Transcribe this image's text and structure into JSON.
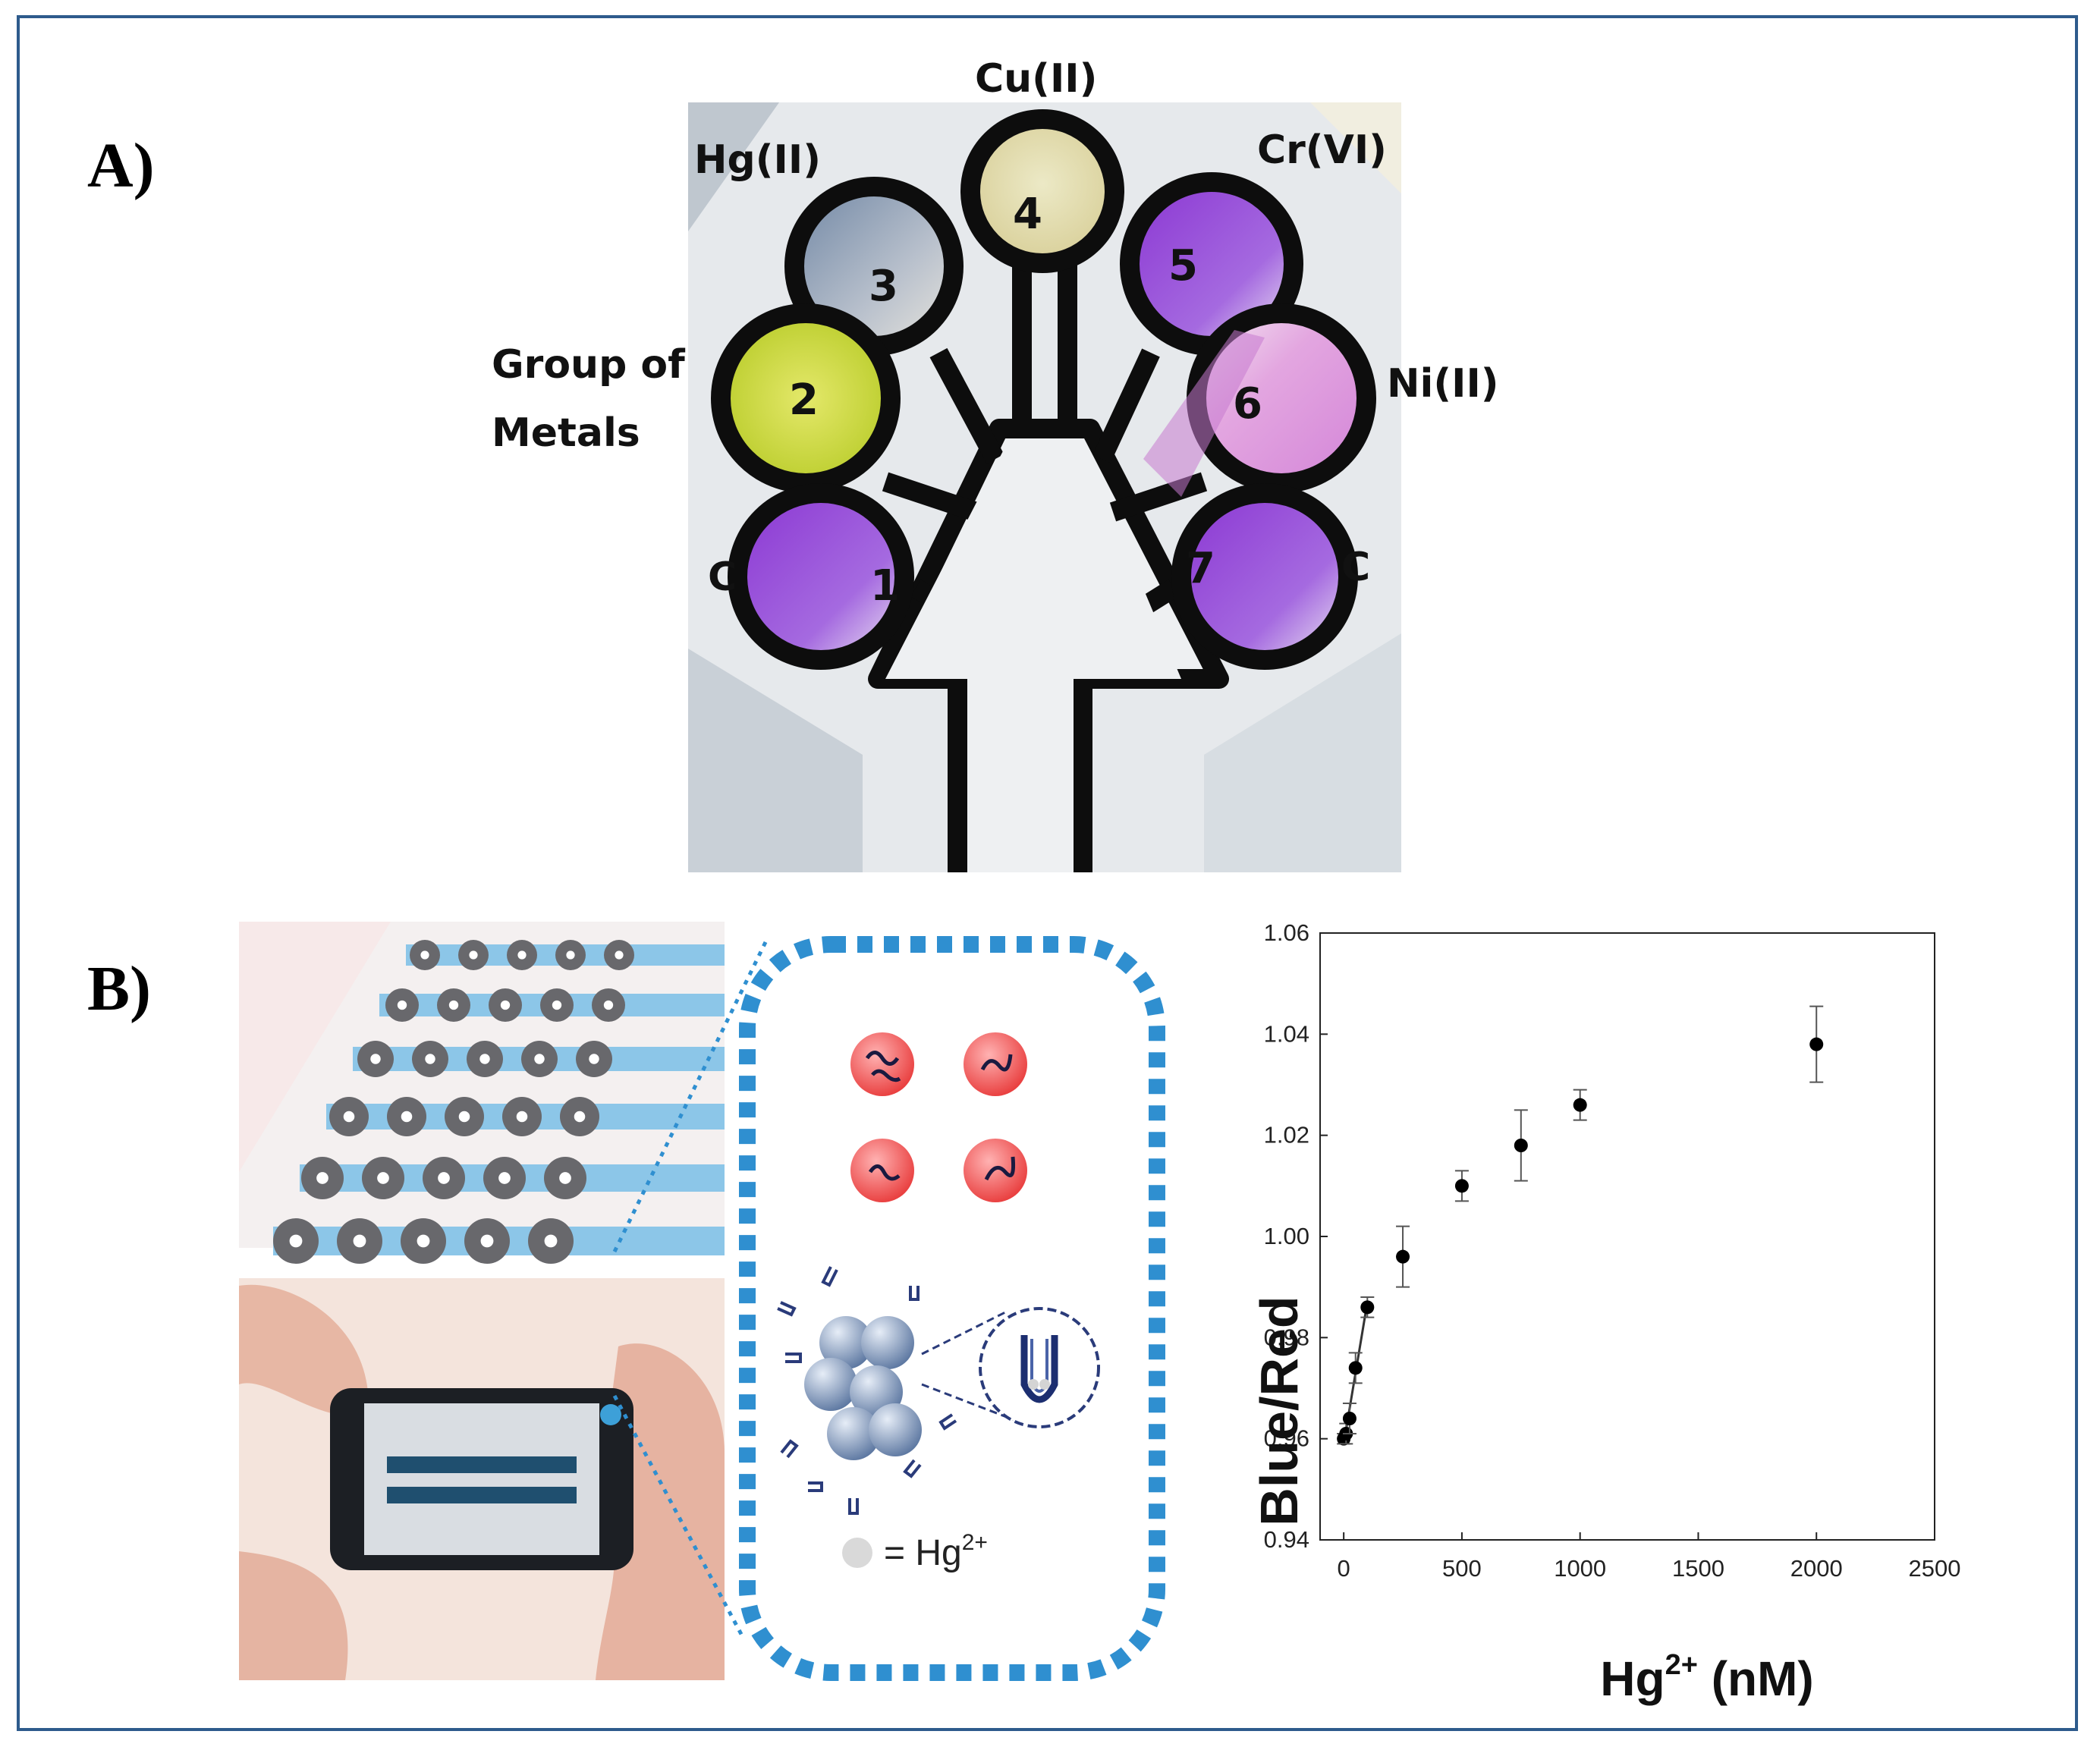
{
  "panels": {
    "a_label": "A)",
    "b_label": "B)"
  },
  "metals": {
    "cu": "Cu(II)",
    "hg": "Hg(II)",
    "cr": "Cr(VI)",
    "ni": "Ni(II)",
    "group_line1": "Group of",
    "group_line2": "Metals",
    "c_left": "C",
    "c_right": "C"
  },
  "spots": [
    "1",
    "2",
    "3",
    "4",
    "5",
    "6",
    "7"
  ],
  "legend": {
    "eq": "= Hg",
    "sup": "2+"
  },
  "colors": {
    "frame": "#2e5b8c",
    "dash_box": "#2f8fd0",
    "spot_yellow": "#d9e04a",
    "spot_purple": "#8a35d2",
    "spot_pink": "#d88ad8",
    "spot_grey": "#8aa0b8",
    "nanoparticle_red": "#f05050"
  },
  "chart_data": {
    "type": "scatter",
    "xlabel": "Hg",
    "xlabel_sup": "2+",
    "xlabel_unit": " (nM)",
    "ylabel": "Blue/Red",
    "xlim": [
      -100,
      2500
    ],
    "ylim": [
      0.94,
      1.06
    ],
    "xticks": [
      "0",
      "500",
      "1000",
      "1500",
      "2000",
      "2500"
    ],
    "yticks": [
      "0.94",
      "0.96",
      "0.98",
      "1.00",
      "1.02",
      "1.04",
      "1.06"
    ],
    "points": [
      {
        "x": 0,
        "y": 0.96,
        "err": 0.001
      },
      {
        "x": 10,
        "y": 0.961,
        "err": 0.002
      },
      {
        "x": 25,
        "y": 0.964,
        "err": 0.003
      },
      {
        "x": 50,
        "y": 0.974,
        "err": 0.003
      },
      {
        "x": 100,
        "y": 0.986,
        "err": 0.002
      },
      {
        "x": 250,
        "y": 0.996,
        "err": 0.006
      },
      {
        "x": 500,
        "y": 1.01,
        "err": 0.003
      },
      {
        "x": 750,
        "y": 1.018,
        "err": 0.007
      },
      {
        "x": 1000,
        "y": 1.026,
        "err": 0.003
      },
      {
        "x": 2000,
        "y": 1.038,
        "err": 0.0075
      }
    ],
    "fit_line": {
      "x": [
        0,
        100
      ],
      "y": [
        0.959,
        0.987
      ]
    },
    "grid": false
  }
}
